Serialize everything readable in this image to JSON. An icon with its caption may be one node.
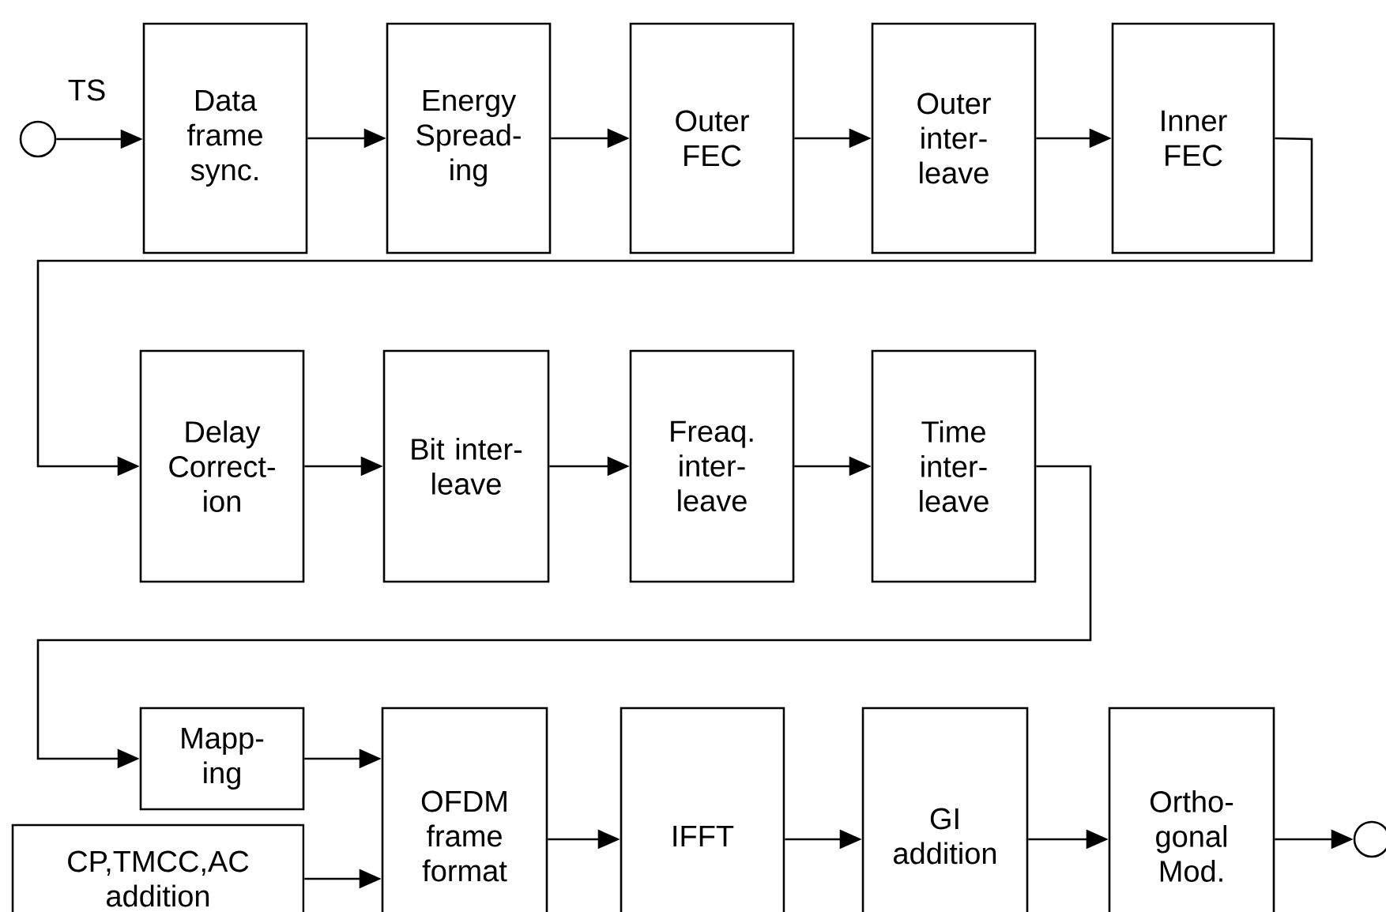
{
  "diagram": {
    "nodes": [
      {
        "text": [],
        "shape": "circle",
        "beside": [
          "TS"
        ]
      },
      {
        "text": [
          "Data frame sync."
        ]
      },
      {
        "text": [
          "Energy Spread- ing"
        ]
      },
      {
        "text": [
          "Outer FEC"
        ]
      },
      {
        "text": [
          "Outer inter- leave"
        ]
      },
      {
        "text": [
          "Inner FEC"
        ]
      },
      {
        "text": [
          "Delay Correct- ion"
        ]
      },
      {
        "text": [
          "Bit inter- leave"
        ]
      },
      {
        "text": [
          "Freaq. inter- leave"
        ]
      },
      {
        "text": [
          "Time inter- leave"
        ]
      },
      {
        "text": [
          "Mapp- ing"
        ]
      },
      {
        "text": [
          "OFDM frame format"
        ]
      },
      {
        "text": [
          "IFFT"
        ]
      },
      {
        "text": [
          "GI addition"
        ]
      },
      {
        "text": [
          "Ortho- gonal Mod."
        ]
      },
      {
        "text": [],
        "shape": "circle"
      },
      {
        "text": [
          "CP,TMCC,AC addition"
        ]
      }
    ],
    "edges": [
      {
        "from": 0,
        "to": 1,
        "arrow": "to"
      },
      {
        "from": 1,
        "to": 2,
        "arrow": "to"
      },
      {
        "from": 2,
        "to": 3,
        "arrow": "to"
      },
      {
        "from": 3,
        "to": 4,
        "arrow": "to"
      },
      {
        "from": 4,
        "to": 5,
        "arrow": "to"
      },
      {
        "from": 5,
        "to": 6,
        "arrow": "to"
      },
      {
        "from": 6,
        "to": 7,
        "arrow": "to"
      },
      {
        "from": 7,
        "to": 8,
        "arrow": "to"
      },
      {
        "from": 8,
        "to": 9,
        "arrow": "to"
      },
      {
        "from": 9,
        "to": 10,
        "arrow": "to"
      },
      {
        "from": 10,
        "to": 11,
        "arrow": "to"
      },
      {
        "from": 16,
        "to": 11,
        "arrow": "to"
      },
      {
        "from": 11,
        "to": 12,
        "arrow": "to"
      },
      {
        "from": 12,
        "to": 13,
        "arrow": "to"
      },
      {
        "from": 13,
        "to": 14,
        "arrow": "to"
      },
      {
        "from": 14,
        "to": 15,
        "arrow": "to"
      }
    ]
  }
}
